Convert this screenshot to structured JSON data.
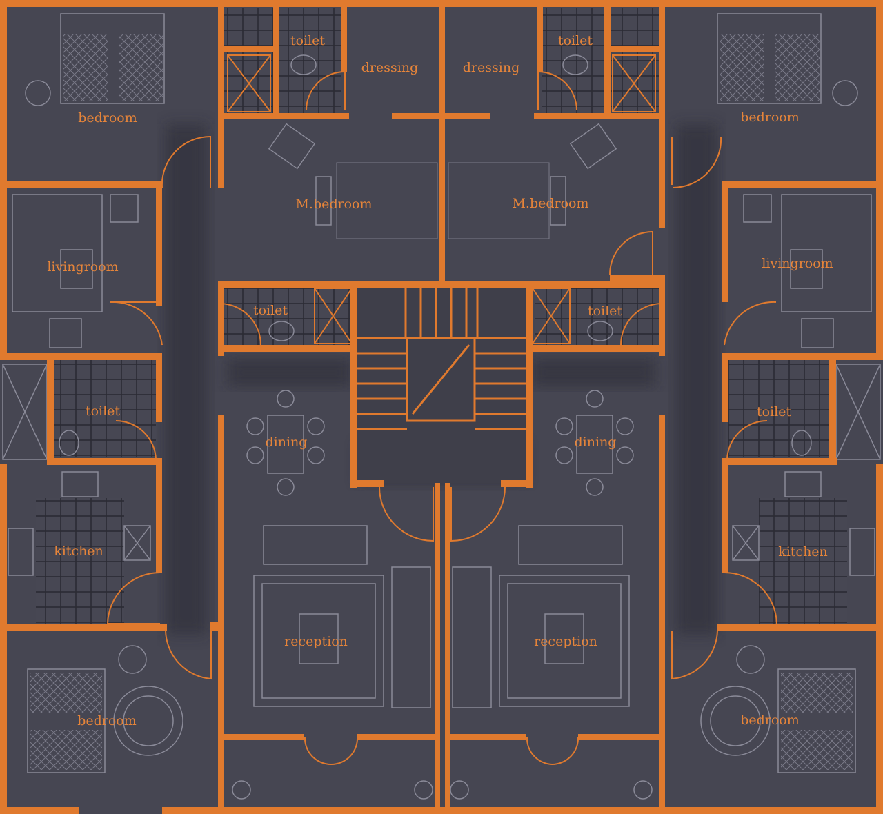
{
  "plan": {
    "colors": {
      "background": "#3a3a44",
      "walls": "#e07a2e",
      "labels": "#e5843a",
      "furniture": "#8a8a98"
    },
    "rooms": {
      "bedroom_top_left": "bedroom",
      "toilet_top_left": "toilet",
      "dressing_left": "dressing",
      "dressing_right": "dressing",
      "toilet_top_right": "toilet",
      "bedroom_top_right": "bedroom",
      "mbedroom_left": "M.bedroom",
      "mbedroom_right": "M.bedroom",
      "livingroom_left": "livingroom",
      "livingroom_right": "livingroom",
      "toilet_mid_left": "toilet",
      "toilet_mid_right": "toilet",
      "toilet_side_left": "toilet",
      "toilet_side_right": "toilet",
      "dining_left": "dining",
      "dining_right": "dining",
      "kitchen_left": "kitchen",
      "kitchen_right": "kitchen",
      "reception_left": "reception",
      "reception_right": "reception",
      "bedroom_bottom_left": "bedroom",
      "bedroom_bottom_right": "bedroom"
    }
  }
}
